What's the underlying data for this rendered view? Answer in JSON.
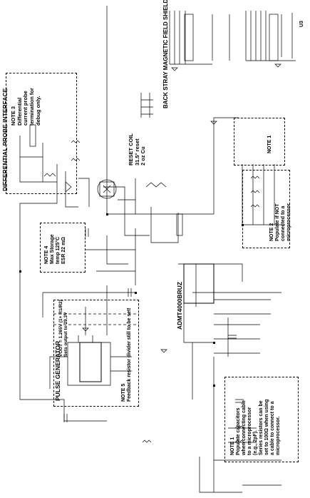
{
  "page_label": "U3",
  "sections": {
    "differential_probe": "DIFFERENTIAL PROBE INTERFACE",
    "pulse_generator": "PULSE GENERATOR",
    "back_stray": "BACK STRAY MAGNETIC FIELD SHIELD"
  },
  "chip": {
    "name": "ADMT4000BRUZ"
  },
  "reset_coil": {
    "line1": "RESET COIL",
    "line2": "31.5° reset",
    "line3": "2 oz Cu"
  },
  "vout_formula": {
    "line1": "VOUT = 1.265V (1+ R1/R2)",
    "line2": "Sets output to 29.3V"
  },
  "notes": {
    "note1_top": "NOTE 1",
    "note2": {
      "title": "NOTE 2",
      "l1": "Populate if NOT",
      "l2": "connected to a",
      "l3": "microprocessor."
    },
    "note3": {
      "title": "NOTE 3",
      "l1": "Differential",
      "l2": "current probe",
      "l3": "termination for",
      "l4": "debug only."
    },
    "note4": {
      "title": "NOTE 4",
      "l1": "Max Storage",
      "l2": "temp 125°C",
      "l3": "ESR 22 mΩ"
    },
    "note5": {
      "l1": "NOTE 5",
      "l2": "Feedback resistor divider still to be set!"
    },
    "note1_bottom": {
      "title": "NOTE 1",
      "l1": "Populate capacitors",
      "l2": "when connecting cable",
      "l3": "to a microprocessor",
      "l4": "(e.g., 2pF).",
      "l5": "Series resistors can be",
      "l6": "set to 100Ω when using",
      "l7": "a cable to connect to a",
      "l8": "microprocessor."
    }
  }
}
